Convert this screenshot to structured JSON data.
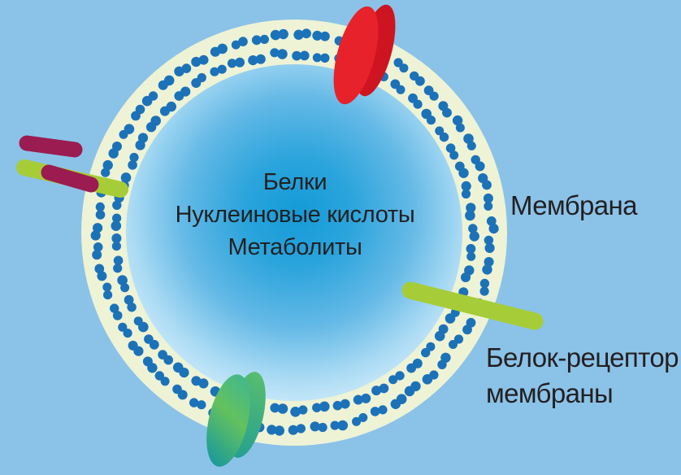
{
  "diagram": {
    "interior": {
      "line1": "Белки",
      "line2": "Нуклеиновые кислоты",
      "line3": "Метаболиты"
    },
    "labels": {
      "membrane": "Мембрана",
      "receptor_line1": "Белок-рецептор",
      "receptor_line2": "мембраны"
    },
    "membrane": {
      "outer_dot_count": 59,
      "inner_dot_count": 53
    },
    "colors": {
      "background": "#8bc2e8",
      "membrane_ring": "#eef3d6",
      "lipid_dot": "#1c72b8",
      "text": "#231f20",
      "protein_red_front": "#e8222a",
      "protein_red_back": "#ce1420",
      "protein_maroon": "#9a1c50",
      "protein_green_rod": "#a6cd38",
      "interior_gradient_0": "#149bd7",
      "interior_gradient_1": "#2ba4dc",
      "interior_gradient_2": "#64b9e6",
      "interior_gradient_3": "#abdbf4",
      "interior_gradient_4": "#d9f0fc",
      "channel_gradient_0": "#45b98b",
      "channel_gradient_1": "#63c15e",
      "channel_gradient_2": "#17989d",
      "channel_back_gradient_0": "#57bd6f",
      "channel_back_gradient_1": "#249f92"
    }
  }
}
